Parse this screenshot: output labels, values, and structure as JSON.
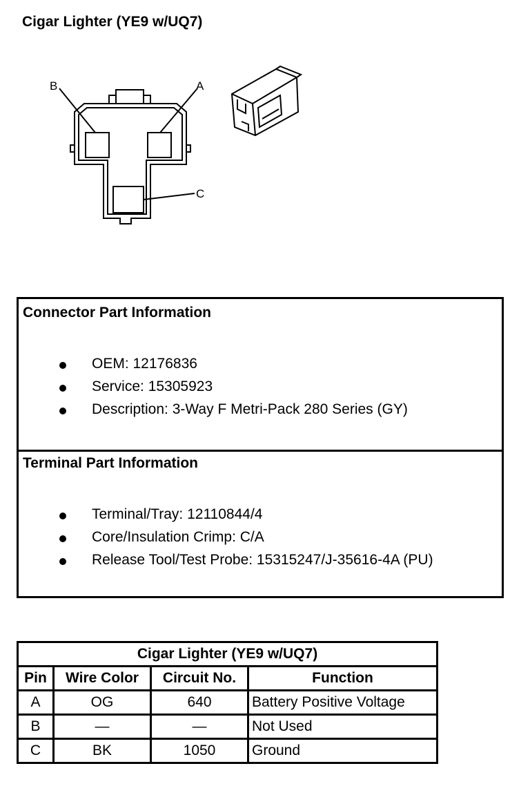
{
  "page": {
    "title": "Cigar Lighter (YE9 w/UQ7)"
  },
  "diagram": {
    "labels": {
      "a": "A",
      "b": "B",
      "c": "C"
    }
  },
  "connector_info": {
    "title": "Connector Part Information",
    "items": [
      "OEM: 12176836",
      "Service: 15305923",
      "Description: 3-Way F Metri-Pack 280 Series (GY)"
    ]
  },
  "terminal_info": {
    "title": "Terminal Part Information",
    "items": [
      "Terminal/Tray: 12110844/4",
      "Core/Insulation Crimp: C/A",
      "Release Tool/Test Probe: 15315247/J-35616-4A (PU)"
    ]
  },
  "pin_table": {
    "title": "Cigar Lighter (YE9 w/UQ7)",
    "headers": [
      "Pin",
      "Wire Color",
      "Circuit No.",
      "Function"
    ],
    "rows": [
      [
        "A",
        "OG",
        "640",
        "Battery Positive Voltage"
      ],
      [
        "B",
        "—",
        "—",
        "Not Used"
      ],
      [
        "C",
        "BK",
        "1050",
        "Ground"
      ]
    ]
  }
}
